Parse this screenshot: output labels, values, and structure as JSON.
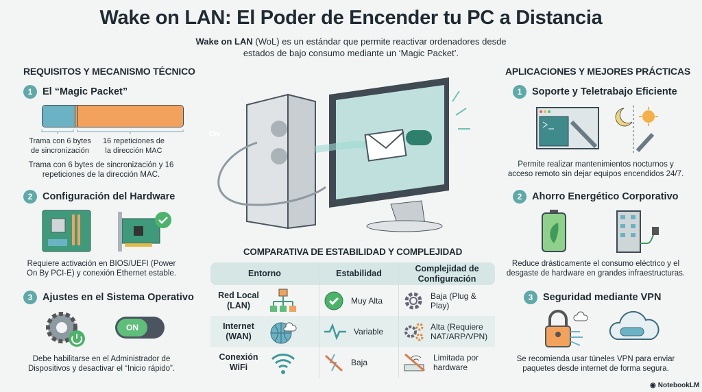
{
  "title": "Wake on LAN: El Poder de Encender tu PC a Distancia",
  "subtitle": {
    "bold": "Wake on LAN",
    "rest": " (WoL) es un estándar que permite reactivar ordenadores desde estados de bajo consumo mediante un ‘Magic Packet’."
  },
  "left": {
    "heading": "REQUISITOS Y MECANISMO TÉCNICO",
    "items": [
      {
        "num": "1",
        "title": "El “Magic Packet”",
        "bar_label_sync": "Trama con 6 bytes de sincronización",
        "bar_label_mac": "16 repeticiones de la dirección MAC",
        "caption": "Trama con 6 bytes de sincronización y 16 repeticiones de la dirección MAC."
      },
      {
        "num": "2",
        "title": "Configuración del Hardware",
        "caption": "Requiere activación en BIOS/UEFI (Power On By PCI-E) y conexión Ethernet estable."
      },
      {
        "num": "3",
        "title": "Ajustes en el Sistema Operativo",
        "toggle": "ON",
        "caption": "Debe habilitarse en el Administrador de Dispositivos y desactivar el “Inicio rápido”."
      }
    ]
  },
  "center": {
    "on_button": "ON"
  },
  "table": {
    "heading": "COMPARATIVA DE ESTABILIDAD Y COMPLEJIDAD",
    "headers": [
      "Entorno",
      "Estabilidad",
      "Complejidad de Configuración"
    ],
    "rows": [
      {
        "env": "Red Local (LAN)",
        "stability": "Muy Alta",
        "complexity": "Baja (Plug & Play)"
      },
      {
        "env": "Internet (WAN)",
        "stability": "Variable",
        "complexity": "Alta (Requiere NAT/ARP/VPN)"
      },
      {
        "env": "Conexión WiFi",
        "stability": "Baja",
        "complexity": "Limitada por hardware"
      }
    ]
  },
  "right": {
    "heading": "APLICACIONES Y MEJORES PRÁCTICAS",
    "items": [
      {
        "num": "1",
        "title": "Soporte y Teletrabajo Eficiente",
        "caption": "Permite realizar mantenimientos nocturnos y acceso remoto sin dejar equipos encendidos 24/7."
      },
      {
        "num": "2",
        "title": "Ahorro Energético Corporativo",
        "caption": "Reduce drásticamente el consumo eléctrico y el desgaste de hardware en grandes infraestructuras."
      },
      {
        "num": "3",
        "title": "Seguridad mediante VPN",
        "caption": "Se recomienda usar túneles VPN para enviar paquetes desde internet de forma segura."
      }
    ]
  },
  "brand": "NotebookLM",
  "colors": {
    "teal": "#5fa9a8",
    "orange": "#f2a25c",
    "blue": "#6bb3c4",
    "text": "#1f2a33"
  }
}
